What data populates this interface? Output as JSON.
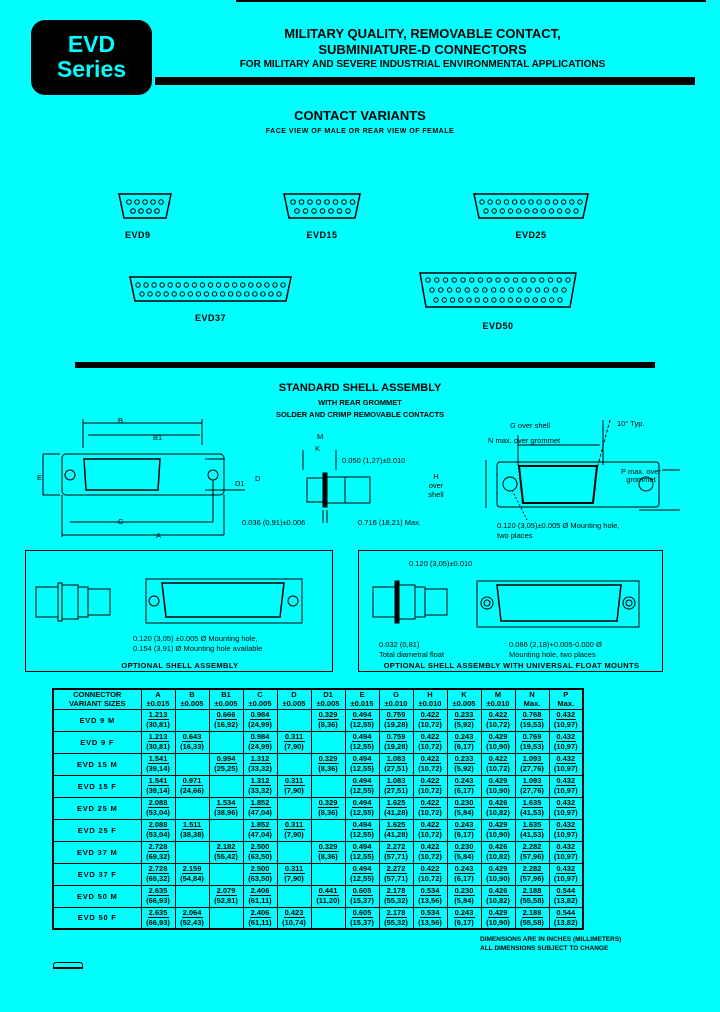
{
  "header": {
    "badge_line1": "EVD",
    "badge_line2": "Series",
    "title_line1": "MILITARY QUALITY, REMOVABLE CONTACT,",
    "title_line2": "SUBMINIATURE-D CONNECTORS",
    "title_line3": "FOR MILITARY AND SEVERE INDUSTRIAL ENVIRONMENTAL APPLICATIONS"
  },
  "contact_variants": {
    "title": "CONTACT VARIANTS",
    "subtitle": "FACE VIEW OF MALE OR REAR VIEW OF FEMALE",
    "connectors": [
      {
        "label": "EVD9",
        "top_pins": 5,
        "bottom_pins": 4
      },
      {
        "label": "EVD15",
        "top_pins": 8,
        "bottom_pins": 7
      },
      {
        "label": "EVD25",
        "top_pins": 13,
        "bottom_pins": 12
      },
      {
        "label": "EVD37",
        "top_pins": 19,
        "bottom_pins": 18
      },
      {
        "label": "EVD50",
        "top_pins": 17,
        "bottom_pins": 16
      }
    ]
  },
  "standard_shell": {
    "title": "STANDARD SHELL ASSEMBLY",
    "subtitle1": "WITH REAR GROMMET",
    "subtitle2": "SOLDER AND CRIMP REMOVABLE CONTACTS",
    "dim_labels": {
      "B": "B",
      "B1": "B1",
      "C": "C",
      "A": "A",
      "E": "E",
      "D": "D",
      "D1": "D1",
      "M": "M",
      "K": "K",
      "flange": "0.050 (1,27)±0.010",
      "thickness": "0.036 (0,91)±0.006",
      "length": "0.716 (18,21) Max.",
      "G": "G over shell",
      "N": "N max. over grommet",
      "angle": "10° Typ.",
      "H": "H over shell",
      "P": "P max. over grommet",
      "mount_hole": "0.120 (3,05)±0.005 Ø Mounting hole,",
      "mount_hole2": "two places"
    }
  },
  "optional_shell": {
    "title": "OPTIONAL SHELL ASSEMBLY",
    "note1": "0.120 (3,05) ±0.005 Ø Mounting hole,",
    "note2": "0.154 (3,91) Ø Mounting hole available"
  },
  "optional_float": {
    "title": "OPTIONAL SHELL ASSEMBLY WITH UNIVERSAL FLOAT MOUNTS",
    "top_note": "0.120 (3,05)±0.010",
    "float_note1": "0.032 (0,81)",
    "float_note2": "Total diametral float",
    "hole_note1": "0.086 (2,18)+0.005-0.000 Ø",
    "hole_note2": "Mounting hole, two places"
  },
  "table": {
    "headers": [
      {
        "name": "CONNECTOR",
        "tol": "VARIANT SIZES"
      },
      {
        "name": "A",
        "tol": "±0.015"
      },
      {
        "name": "B",
        "tol": "±0.005"
      },
      {
        "name": "B1",
        "tol": "±0.005"
      },
      {
        "name": "C",
        "tol": "±0.005"
      },
      {
        "name": "D",
        "tol": "±0.005"
      },
      {
        "name": "D1",
        "tol": "±0.005"
      },
      {
        "name": "E",
        "tol": "±0.015"
      },
      {
        "name": "G",
        "tol": "±0.010"
      },
      {
        "name": "H",
        "tol": "±0.010"
      },
      {
        "name": "K",
        "tol": "±0.005"
      },
      {
        "name": "M",
        "tol": "±0.010"
      },
      {
        "name": "N",
        "tol": "Max."
      },
      {
        "name": "P",
        "tol": "Max."
      }
    ],
    "rows": [
      {
        "size": "EVD 9 M",
        "cells": [
          [
            "1.213",
            "(30,81)"
          ],
          [
            "",
            ""
          ],
          [
            "0.666",
            "(16,92)"
          ],
          [
            "0.984",
            "(24,99)"
          ],
          [
            "",
            ""
          ],
          [
            "0.329",
            "(8,36)"
          ],
          [
            "0.494",
            "(12,55)"
          ],
          [
            "0.759",
            "(19,28)"
          ],
          [
            "0.422",
            "(10,72)"
          ],
          [
            "0.233",
            "(5,92)"
          ],
          [
            "0.422",
            "(10,72)"
          ],
          [
            "0.768",
            "(19,53)"
          ],
          [
            "0.432",
            "(10,97)"
          ]
        ]
      },
      {
        "size": "EVD 9 F",
        "cells": [
          [
            "1.213",
            "(30,81)"
          ],
          [
            "0.643",
            "(16,33)"
          ],
          [
            "",
            ""
          ],
          [
            "0.984",
            "(24,99)"
          ],
          [
            "0.311",
            "(7,90)"
          ],
          [
            "",
            ""
          ],
          [
            "0.494",
            "(12,55)"
          ],
          [
            "0.759",
            "(19,28)"
          ],
          [
            "0.422",
            "(10,72)"
          ],
          [
            "0.243",
            "(6,17)"
          ],
          [
            "0.429",
            "(10,90)"
          ],
          [
            "0.769",
            "(19,53)"
          ],
          [
            "0.432",
            "(10,97)"
          ]
        ]
      },
      {
        "size": "EVD 15 M",
        "cells": [
          [
            "1.541",
            "(39,14)"
          ],
          [
            "",
            ""
          ],
          [
            "0.994",
            "(25,25)"
          ],
          [
            "1.312",
            "(33,32)"
          ],
          [
            "",
            ""
          ],
          [
            "0.329",
            "(8,36)"
          ],
          [
            "0.494",
            "(12,55)"
          ],
          [
            "1.083",
            "(27,51)"
          ],
          [
            "0.422",
            "(10,72)"
          ],
          [
            "0.233",
            "(5,92)"
          ],
          [
            "0.422",
            "(10,72)"
          ],
          [
            "1.093",
            "(27,76)"
          ],
          [
            "0.432",
            "(10,97)"
          ]
        ]
      },
      {
        "size": "EVD 15 F",
        "cells": [
          [
            "1.541",
            "(39,14)"
          ],
          [
            "0.971",
            "(24,66)"
          ],
          [
            "",
            ""
          ],
          [
            "1.312",
            "(33,32)"
          ],
          [
            "0.311",
            "(7,90)"
          ],
          [
            "",
            ""
          ],
          [
            "0.494",
            "(12,55)"
          ],
          [
            "1.083",
            "(27,51)"
          ],
          [
            "0.422",
            "(10,72)"
          ],
          [
            "0.243",
            "(6,17)"
          ],
          [
            "0.429",
            "(10,90)"
          ],
          [
            "1.093",
            "(27,76)"
          ],
          [
            "0.432",
            "(10,97)"
          ]
        ]
      },
      {
        "size": "EVD 25 M",
        "cells": [
          [
            "2.088",
            "(53,04)"
          ],
          [
            "",
            ""
          ],
          [
            "1.534",
            "(38,96)"
          ],
          [
            "1.852",
            "(47,04)"
          ],
          [
            "",
            ""
          ],
          [
            "0.329",
            "(8,36)"
          ],
          [
            "0.494",
            "(12,55)"
          ],
          [
            "1.625",
            "(41,28)"
          ],
          [
            "0.422",
            "(10,72)"
          ],
          [
            "0.230",
            "(5,84)"
          ],
          [
            "0.426",
            "(10,82)"
          ],
          [
            "1.635",
            "(41,53)"
          ],
          [
            "0.432",
            "(10,97)"
          ]
        ]
      },
      {
        "size": "EVD 25 F",
        "cells": [
          [
            "2.088",
            "(53,04)"
          ],
          [
            "1.511",
            "(38,38)"
          ],
          [
            "",
            ""
          ],
          [
            "1.852",
            "(47,04)"
          ],
          [
            "0.311",
            "(7,90)"
          ],
          [
            "",
            ""
          ],
          [
            "0.494",
            "(12,55)"
          ],
          [
            "1.625",
            "(41,28)"
          ],
          [
            "0.422",
            "(10,72)"
          ],
          [
            "0.243",
            "(6,17)"
          ],
          [
            "0.429",
            "(10,90)"
          ],
          [
            "1.635",
            "(41,53)"
          ],
          [
            "0.432",
            "(10,97)"
          ]
        ]
      },
      {
        "size": "EVD 37 M",
        "cells": [
          [
            "2.728",
            "(69,32)"
          ],
          [
            "",
            ""
          ],
          [
            "2.182",
            "(55,42)"
          ],
          [
            "2.500",
            "(63,50)"
          ],
          [
            "",
            ""
          ],
          [
            "0.329",
            "(8,36)"
          ],
          [
            "0.494",
            "(12,55)"
          ],
          [
            "2.272",
            "(57,71)"
          ],
          [
            "0.422",
            "(10,72)"
          ],
          [
            "0.230",
            "(5,84)"
          ],
          [
            "0.426",
            "(10,82)"
          ],
          [
            "2.282",
            "(57,96)"
          ],
          [
            "0.432",
            "(10,97)"
          ]
        ]
      },
      {
        "size": "EVD 37 F",
        "cells": [
          [
            "2.728",
            "(69,32)"
          ],
          [
            "2.159",
            "(54,84)"
          ],
          [
            "",
            ""
          ],
          [
            "2.500",
            "(63,50)"
          ],
          [
            "0.311",
            "(7,90)"
          ],
          [
            "",
            ""
          ],
          [
            "0.494",
            "(12,55)"
          ],
          [
            "2.272",
            "(57,71)"
          ],
          [
            "0.422",
            "(10,72)"
          ],
          [
            "0.243",
            "(6,17)"
          ],
          [
            "0.429",
            "(10,90)"
          ],
          [
            "2.282",
            "(57,96)"
          ],
          [
            "0.432",
            "(10,97)"
          ]
        ]
      },
      {
        "size": "EVD 50 M",
        "cells": [
          [
            "2.635",
            "(66,93)"
          ],
          [
            "",
            ""
          ],
          [
            "2.079",
            "(52,81)"
          ],
          [
            "2.406",
            "(61,11)"
          ],
          [
            "",
            ""
          ],
          [
            "0.441",
            "(11,20)"
          ],
          [
            "0.605",
            "(15,37)"
          ],
          [
            "2.178",
            "(55,32)"
          ],
          [
            "0.534",
            "(13,56)"
          ],
          [
            "0.230",
            "(5,84)"
          ],
          [
            "0.426",
            "(10,82)"
          ],
          [
            "2.188",
            "(55,58)"
          ],
          [
            "0.544",
            "(13,82)"
          ]
        ]
      },
      {
        "size": "EVD 50 F",
        "cells": [
          [
            "2.635",
            "(66,93)"
          ],
          [
            "2.064",
            "(52,43)"
          ],
          [
            "",
            ""
          ],
          [
            "2.406",
            "(61,11)"
          ],
          [
            "0.423",
            "(10,74)"
          ],
          [
            "",
            ""
          ],
          [
            "0.605",
            "(15,37)"
          ],
          [
            "2.178",
            "(55,32)"
          ],
          [
            "0.534",
            "(13,56)"
          ],
          [
            "0.243",
            "(6,17)"
          ],
          [
            "0.429",
            "(10,90)"
          ],
          [
            "2.188",
            "(55,58)"
          ],
          [
            "0.544",
            "(13,82)"
          ]
        ]
      }
    ]
  },
  "footnotes": {
    "line1": "DIMENSIONS ARE IN INCHES (MILLIMETERS)",
    "line2": "ALL DIMENSIONS SUBJECT TO CHANGE"
  },
  "colors": {
    "background": "#00ffff",
    "ink": "#000000"
  }
}
